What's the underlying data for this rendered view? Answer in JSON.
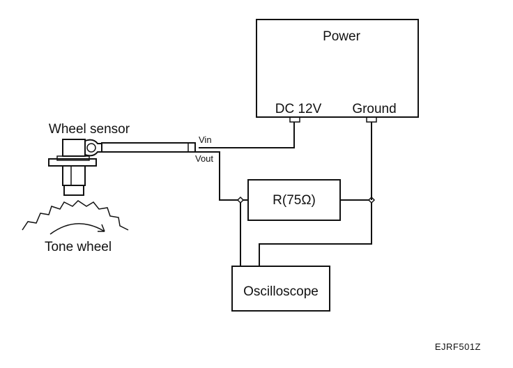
{
  "power": {
    "title": "Power",
    "dc_label": "DC 12V",
    "ground_label": "Ground"
  },
  "sensor": {
    "label": "Wheel sensor",
    "vin_label": "Vin",
    "vout_label": "Vout"
  },
  "tone_wheel": {
    "label": "Tone wheel"
  },
  "resistor": {
    "label": "R(75Ω)"
  },
  "oscilloscope": {
    "label": "Oscilloscope"
  },
  "figure_code": "EJRF501Z"
}
